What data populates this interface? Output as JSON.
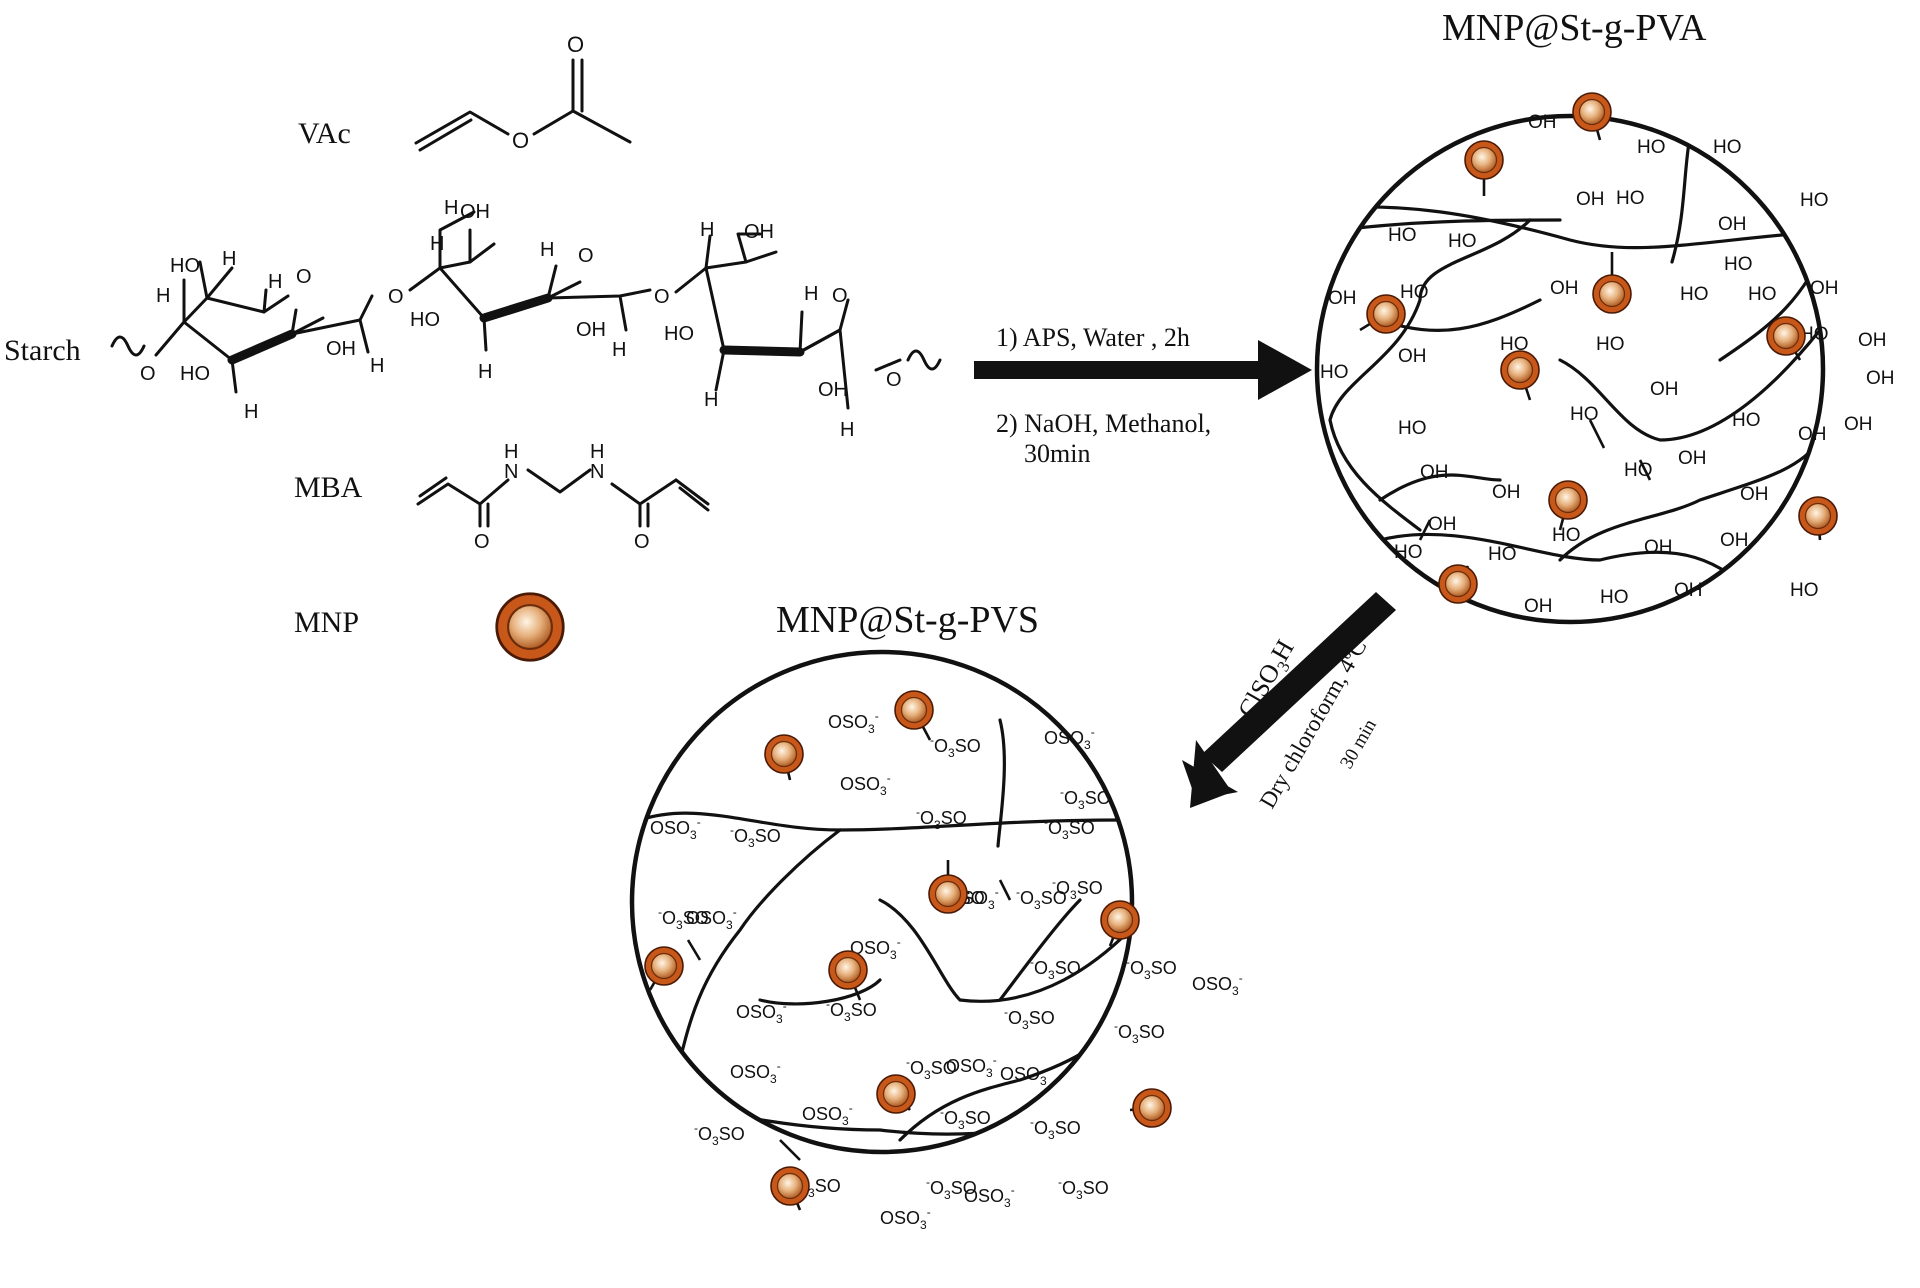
{
  "labels": {
    "vac": "VAc",
    "starch": "Starch",
    "mba": "MBA",
    "mnp": "MNP",
    "product1": "MNP@St-g-PVA",
    "product2": "MNP@St-g-PVS"
  },
  "step1": {
    "line1": "1) APS, Water , 2h",
    "line2": "2) NaOH, Methanol,",
    "line3": "30min"
  },
  "step2": {
    "reagent": "ClSO",
    "reagent_sub": "3",
    "reagent_tail": "H",
    "solvent": "Dry chloroform, 4ºC",
    "time": "30 min"
  },
  "atoms": {
    "o": "O",
    "h": "H",
    "oh": "OH",
    "ho": "HO",
    "n_h": "H",
    "n": "N"
  },
  "groups": {
    "oh": "OH",
    "ho": "HO",
    "oso3_a": "OSO",
    "oso3_sub": "3",
    "oso3_sup": "-",
    "o3so_sup": "-",
    "o3so_a": "O",
    "o3so_sub": "3",
    "o3so_b": "SO"
  },
  "colors": {
    "particle_outer": "#c8571a",
    "particle_inner": "#e9b98e",
    "ink": "#111111"
  }
}
